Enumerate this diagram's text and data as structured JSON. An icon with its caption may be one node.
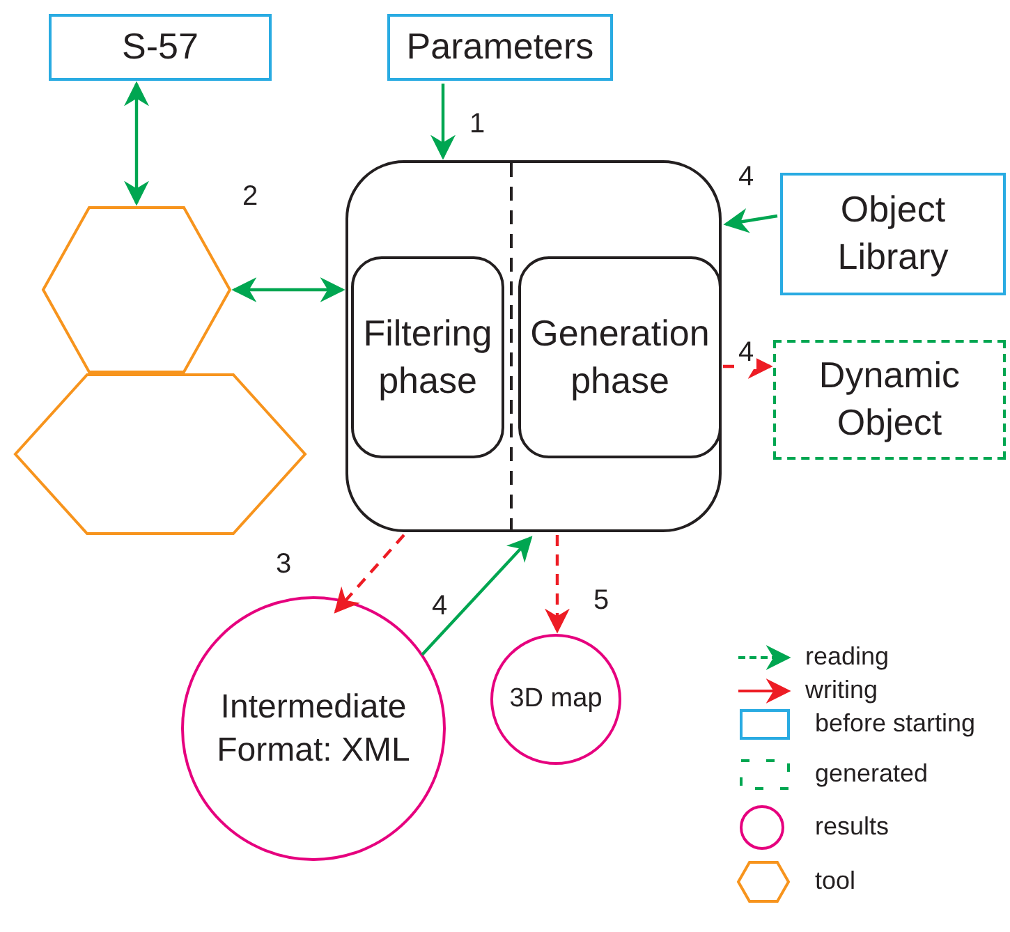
{
  "diagram": {
    "nodes": [
      {
        "text": [
          "S-57"
        ]
      },
      {
        "text": [
          "Parameters"
        ]
      },
      {
        "text": [],
        "shape": "hexagon"
      },
      {
        "text": [],
        "shape": "hexagon"
      },
      {
        "text": [],
        "shape": "box"
      },
      {
        "text": [
          "Filtering phase"
        ],
        "in": 4
      },
      {
        "text": [
          "Generation phase"
        ],
        "in": 4
      },
      {
        "text": [
          "Object Library"
        ]
      },
      {
        "text": [
          "Dynamic Object"
        ]
      },
      {
        "text": [
          "Intermediate Format: XML"
        ]
      },
      {
        "text": [
          "3D map"
        ]
      }
    ],
    "edges": [
      {
        "from": 0,
        "to": 2,
        "arrow": "both",
        "color": "#00a651"
      },
      {
        "from": 1,
        "to": 4,
        "arrow": "to",
        "label": "1",
        "color": "#00a651"
      },
      {
        "from": 2,
        "to": 4,
        "arrow": "both",
        "label": "2",
        "color": "#00a651"
      },
      {
        "from": 7,
        "to": 4,
        "arrow": "to",
        "label": "4",
        "color": "#00a651"
      },
      {
        "from": 4,
        "to": 8,
        "arrow": "to",
        "label": "4",
        "style": "dashed",
        "color": "#ed1c24"
      },
      {
        "from": 4,
        "to": 9,
        "arrow": "to",
        "label": "3",
        "style": "dashed",
        "color": "#ed1c24"
      },
      {
        "from": 9,
        "to": 4,
        "arrow": "to",
        "label": "4",
        "color": "#00a651"
      },
      {
        "from": 4,
        "to": 10,
        "arrow": "to",
        "label": "5",
        "style": "dashed",
        "color": "#ed1c24"
      }
    ],
    "legend": [
      {
        "text": "reading"
      },
      {
        "text": "writing"
      },
      {
        "text": "before starting"
      },
      {
        "text": "generated"
      },
      {
        "text": "results"
      },
      {
        "text": "tool"
      }
    ]
  }
}
